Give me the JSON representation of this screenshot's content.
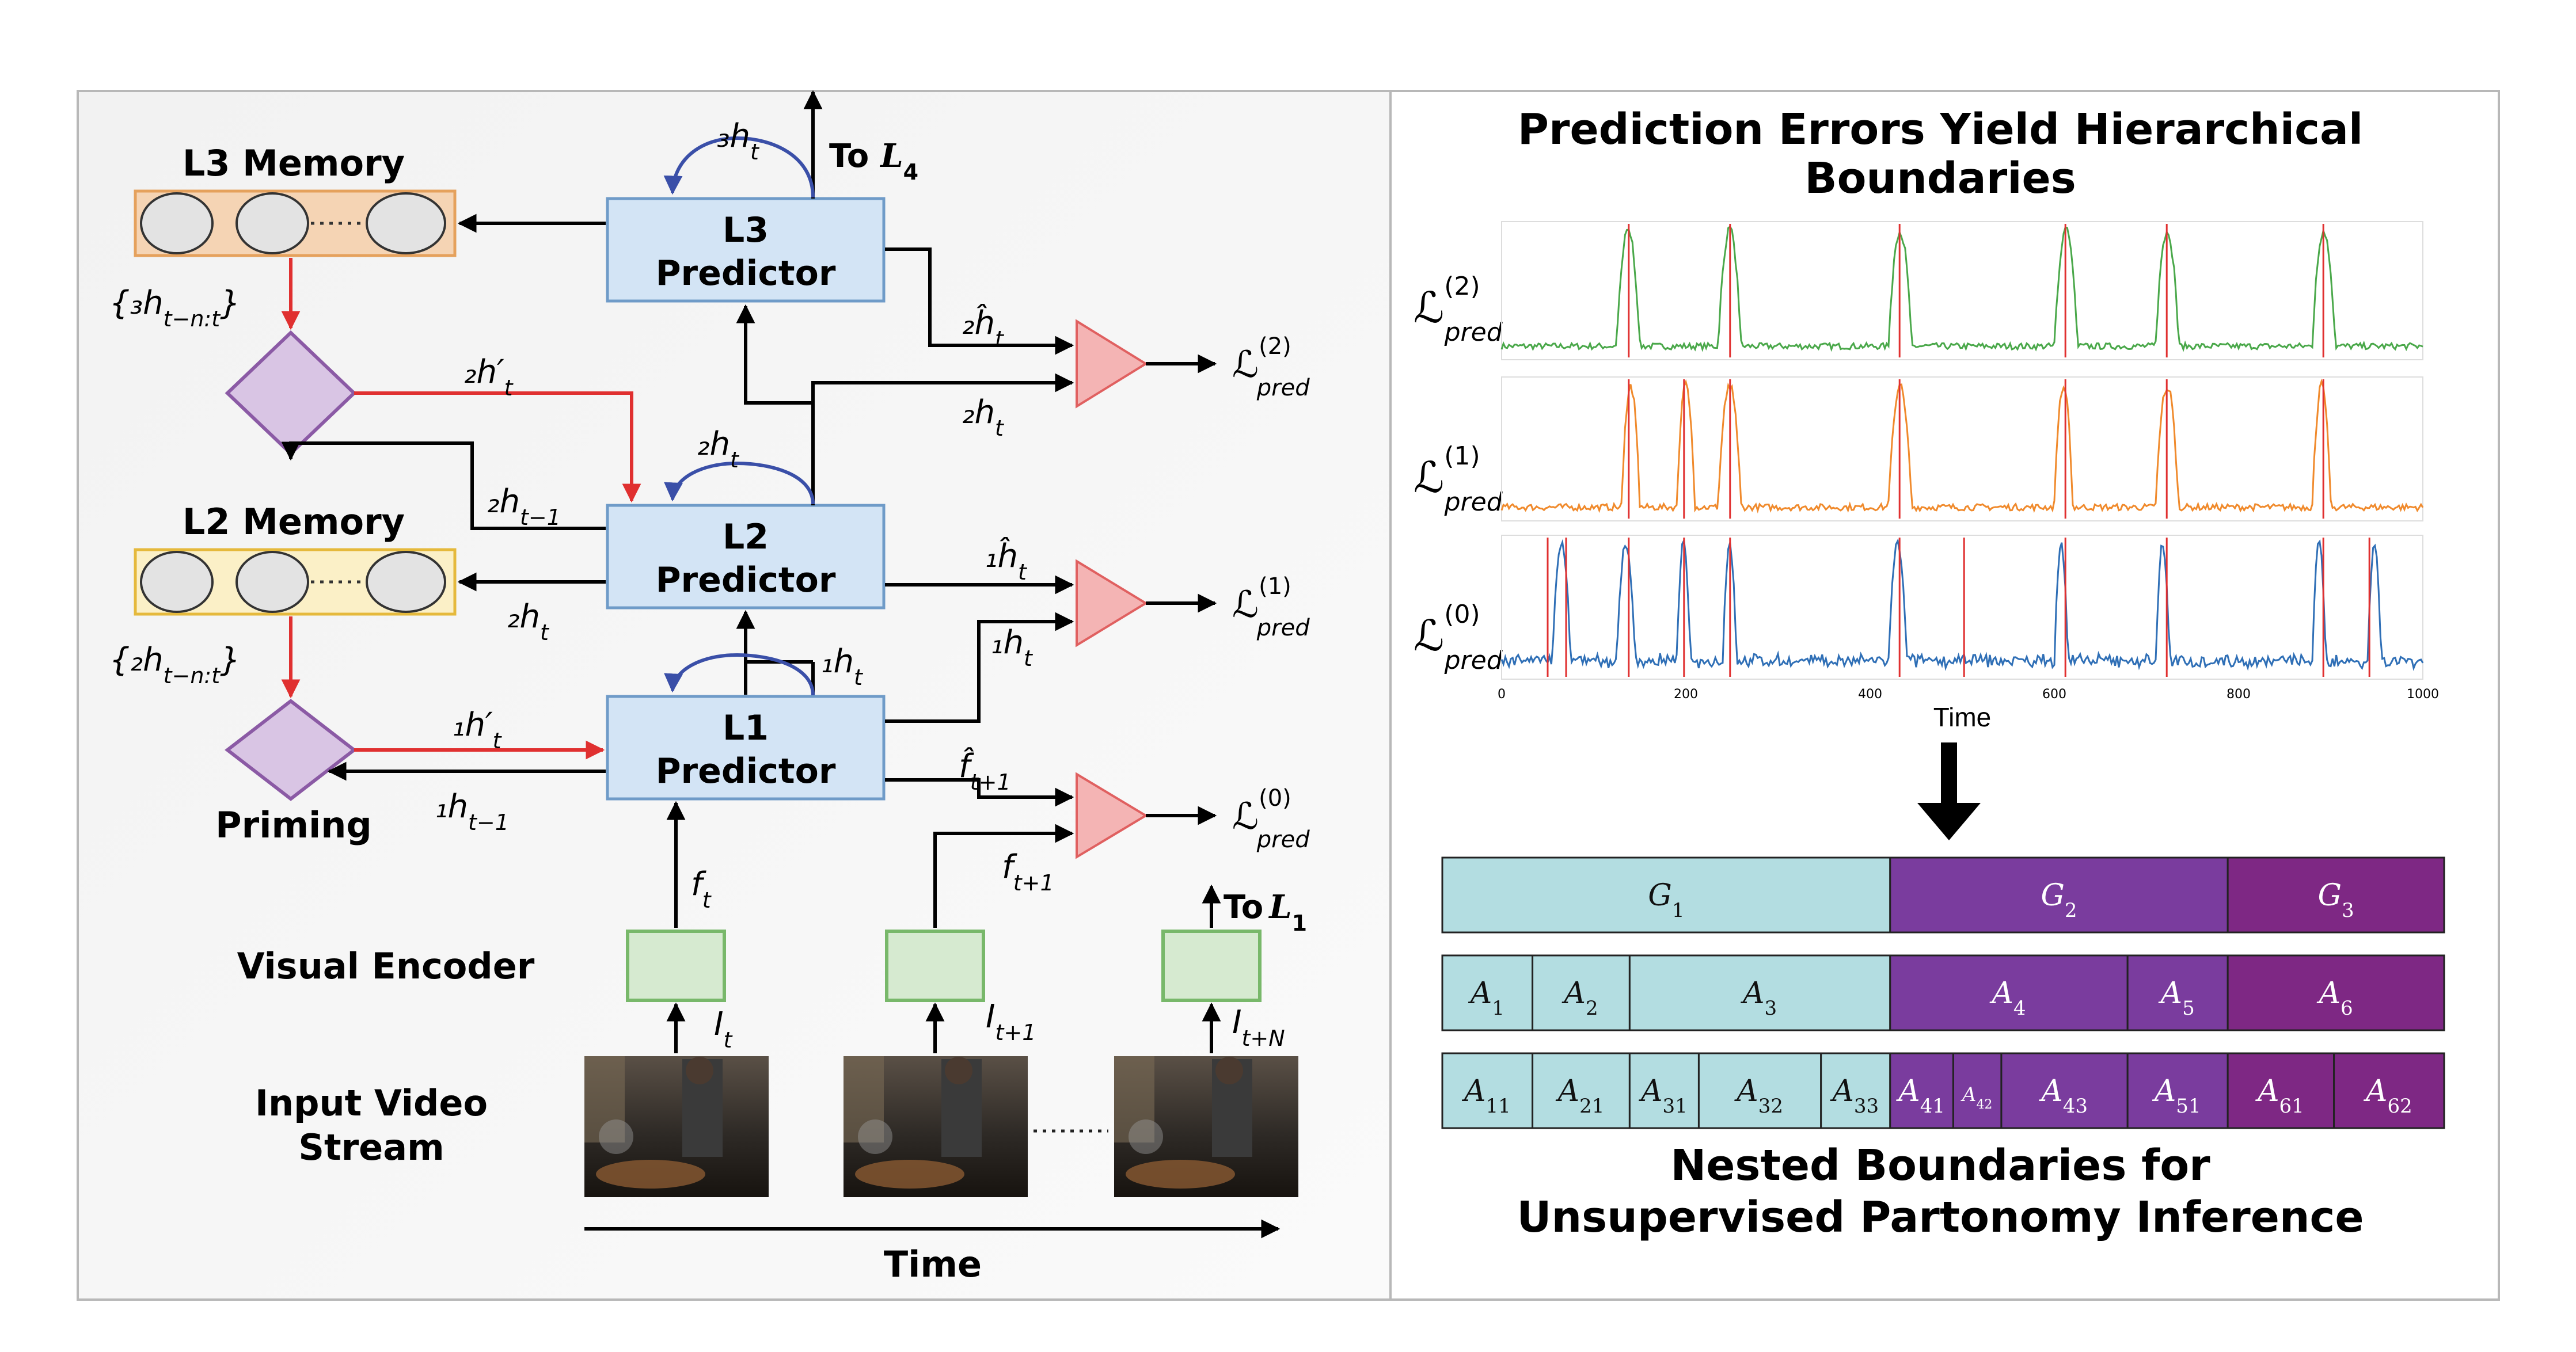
{
  "left": {
    "nodes": {
      "l3_memory": "L3 Memory",
      "l2_memory": "L2 Memory",
      "l3_predictor": [
        "L3",
        "Predictor"
      ],
      "l2_predictor": [
        "L2",
        "Predictor"
      ],
      "l1_predictor": [
        "L1",
        "Predictor"
      ],
      "priming": "Priming",
      "visual_encoder": "Visual Encoder",
      "input_video": [
        "Input Video",
        "Stream"
      ],
      "time": "Time"
    },
    "labels": {
      "to_l4": "To",
      "to_l4_sym": "L",
      "to_l4_sub": "4",
      "to_l1": "To",
      "to_l1_sym": "L",
      "to_l1_sub": "1",
      "h3_mem": "{₃h",
      "h3_mem_sub": "t−n:t",
      "h2_mem": "{₂h",
      "h2_mem_sub": "t−n:t",
      "h3_top": "₃h",
      "h2_prime": "₂h′",
      "h1_prime": "₁h′",
      "h2_loop": "₂h",
      "h2_tm1": "₂h",
      "h2_out": "₂h",
      "h2_hat": "₂ĥ",
      "h2_pred_in": "₂h",
      "h1_hat": "₁ĥ",
      "h1_loop": "₁h",
      "h1_pred_in": "₁h",
      "h1_tm1": "₁h",
      "f_hat": "f̂",
      "f_t": "f",
      "f_tp1": "f",
      "i_t": "I",
      "i_tp1": "I",
      "i_tpn": "I",
      "sub_t": "t",
      "sub_tm1": "t−1",
      "sub_tp1": "t+1",
      "sub_tpn": "t+N",
      "loss": "ℒ",
      "loss_sub": "pred",
      "loss_sup": [
        "(2)",
        "(1)",
        "(0)"
      ]
    }
  },
  "right": {
    "title": [
      "Prediction Errors Yield Hierarchical",
      "Boundaries"
    ],
    "xaxis_label": "Time",
    "xticks": [
      "0",
      "200",
      "400",
      "600",
      "800",
      "1000"
    ],
    "ylabels": [
      "ℒ",
      "ℒ",
      "ℒ"
    ],
    "ylabel_sup": [
      "(2)",
      "(1)",
      "(0)"
    ],
    "ylabel_sub": "pred",
    "bottom_title": [
      "Nested Boundaries for",
      "Unsupervised Partonomy Inference"
    ],
    "colors": {
      "green": "#4aa84a",
      "orange": "#f08a2c",
      "blue": "#2f6fb6",
      "red": "#e03030",
      "teal": "#b3dde1",
      "purple": "#7a3c9e",
      "magenta": "#7e2884"
    }
  },
  "chart_data": [
    {
      "type": "line",
      "series": [
        {
          "name": "",
          "color": "#4aa84a"
        }
      ],
      "x_range": [
        0,
        1000
      ],
      "xlabel": "Time",
      "ylabel": "ℒ(2)pred",
      "peaks": [
        [
          125,
          150
        ],
        [
          235,
          260
        ],
        [
          420,
          445
        ],
        [
          600,
          625
        ],
        [
          710,
          735
        ],
        [
          880,
          905
        ]
      ],
      "boundaries": [
        138,
        248,
        432,
        612,
        722,
        892
      ]
    },
    {
      "type": "line",
      "series": [
        {
          "name": "",
          "color": "#f08a2c"
        }
      ],
      "x_range": [
        0,
        1000
      ],
      "ylabel": "ℒ(1)pred",
      "peaks": [
        [
          130,
          150
        ],
        [
          190,
          210
        ],
        [
          235,
          260
        ],
        [
          420,
          445
        ],
        [
          600,
          620
        ],
        [
          710,
          735
        ],
        [
          880,
          900
        ]
      ],
      "boundaries": [
        138,
        198,
        248,
        432,
        612,
        722,
        892
      ]
    },
    {
      "type": "line",
      "series": [
        {
          "name": "",
          "color": "#2f6fb6"
        }
      ],
      "x_range": [
        0,
        1000
      ],
      "ylabel": "ℒ(0)pred",
      "peaks": [
        [
          55,
          75
        ],
        [
          125,
          145
        ],
        [
          190,
          205
        ],
        [
          240,
          255
        ],
        [
          420,
          440
        ],
        [
          600,
          615
        ],
        [
          710,
          725
        ],
        [
          880,
          895
        ],
        [
          940,
          955
        ]
      ],
      "boundaries": [
        50,
        70,
        138,
        198,
        248,
        432,
        502,
        612,
        722,
        892,
        942
      ]
    },
    {
      "type": "table",
      "rows": [
        {
          "cells": [
            {
              "label": "G",
              "sub": "1",
              "start": 0,
              "end": 447
            },
            {
              "label": "G",
              "sub": "2",
              "start": 447,
              "end": 784
            },
            {
              "label": "G",
              "sub": "3",
              "start": 784,
              "end": 1000
            }
          ]
        },
        {
          "cells": [
            {
              "label": "A",
              "sub": "1",
              "start": 0,
              "end": 90
            },
            {
              "label": "A",
              "sub": "2",
              "start": 90,
              "end": 187
            },
            {
              "label": "A",
              "sub": "3",
              "start": 187,
              "end": 447
            },
            {
              "label": "A",
              "sub": "4",
              "start": 447,
              "end": 684
            },
            {
              "label": "A",
              "sub": "5",
              "start": 684,
              "end": 784
            },
            {
              "label": "A",
              "sub": "6",
              "start": 784,
              "end": 1000
            }
          ]
        },
        {
          "cells": [
            {
              "label": "A",
              "sub": "11",
              "start": 0,
              "end": 90
            },
            {
              "label": "A",
              "sub": "21",
              "start": 90,
              "end": 187
            },
            {
              "label": "A",
              "sub": "31",
              "start": 187,
              "end": 256
            },
            {
              "label": "A",
              "sub": "32",
              "start": 256,
              "end": 378
            },
            {
              "label": "A",
              "sub": "33",
              "start": 378,
              "end": 447
            },
            {
              "label": "A",
              "sub": "41",
              "start": 447,
              "end": 510
            },
            {
              "label": "A",
              "sub": "42",
              "start": 510,
              "end": 558
            },
            {
              "label": "A",
              "sub": "43",
              "start": 558,
              "end": 684
            },
            {
              "label": "A",
              "sub": "51",
              "start": 684,
              "end": 784
            },
            {
              "label": "A",
              "sub": "61",
              "start": 784,
              "end": 890
            },
            {
              "label": "A",
              "sub": "62",
              "start": 890,
              "end": 1000
            }
          ]
        }
      ]
    }
  ]
}
